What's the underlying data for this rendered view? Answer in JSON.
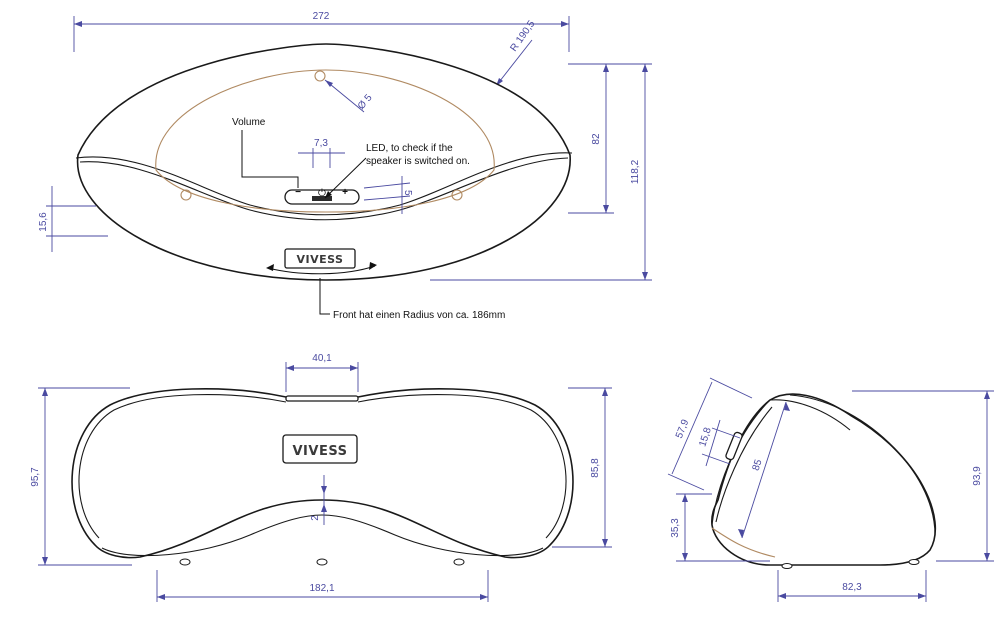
{
  "top_view": {
    "width_dim": "272",
    "radius_dim": "R 190,5",
    "hole_dim": "Ø 5",
    "height_inner_dim": "82",
    "height_total_dim": "118,2",
    "button_spacing_dim": "7,3",
    "button_offset_dim": "5",
    "front_height_dim": "15,6",
    "volume_label": "Volume",
    "led_label_line1": "LED, to check if the",
    "led_label_line2": "speaker is switched on.",
    "minus_symbol": "−",
    "plus_symbol": "+",
    "power_symbol": "⏻",
    "brand": "VIVESS",
    "front_note": "Front hat einen Radius von ca. 186mm"
  },
  "front_view": {
    "top_width_dim": "40,1",
    "height_left_dim": "95,7",
    "height_right_dim": "85,8",
    "gap_dim": "2",
    "base_width_dim": "182,1",
    "brand": "VIVESS"
  },
  "side_view": {
    "slant_dim": "57,9",
    "button_dim": "15,8",
    "face_dim": "85",
    "lower_dim": "35,3",
    "height_dim": "93,9",
    "base_dim": "82,3"
  },
  "colors": {
    "outline": "#1a1a1a",
    "dimension": "#4a4aa0",
    "inner_oval": "#b08a62"
  }
}
